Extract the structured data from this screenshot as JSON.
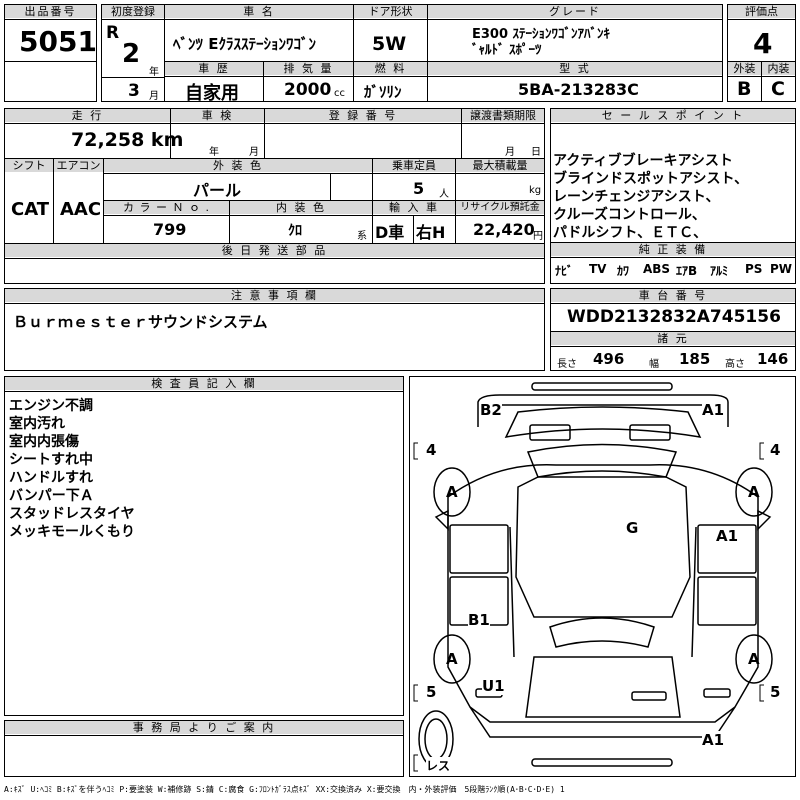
{
  "header": {
    "lot_no_label": "出品番号",
    "lot_no": "5051",
    "first_reg_label": "初度登録",
    "era": "R",
    "year": "2",
    "year_unit": "年",
    "month": "3",
    "month_unit": "月",
    "car_name_label": "車 名",
    "car_name": "ﾍﾞﾝﾂ Eｸﾗｽｽﾃｰｼｮﾝﾜｺﾞﾝ",
    "door_label": "ドア形状",
    "door": "5W",
    "grade_label": "グレード",
    "grade_line1": "E300 ｽﾃｰｼｮﾝﾜｺﾞﾝｱﾊﾞﾝｷ",
    "grade_line2": "ﾞｬﾙﾄﾞ ｽﾎﾟｰﾂ",
    "score_label": "評価点",
    "score": "4",
    "history_label": "車 歴",
    "history": "自家用",
    "displacement_label": "排 気 量",
    "displacement": "2000",
    "displacement_unit": "cc",
    "fuel_label": "燃 料",
    "fuel": "ｶﾞｿﾘﾝ",
    "model_label": "型 式",
    "model": "5BA-213283C",
    "exterior_label": "外装",
    "exterior": "B",
    "interior_label": "内装",
    "interior": "C"
  },
  "row2": {
    "mileage_label": "走 行",
    "mileage": "72,258 km",
    "inspection_label": "車 検",
    "inspection_year": "年",
    "inspection_month": "月",
    "registration_label": "登 録 番 号",
    "transfer_label": "譲渡書類期限",
    "transfer_month": "月",
    "transfer_day": "日",
    "shift_label": "シフト",
    "shift": "CAT",
    "ac_label": "エアコン",
    "ac": "AAC",
    "color_label": "外 装 色",
    "color": "パール",
    "capacity_label": "乗車定員",
    "capacity": "5",
    "capacity_unit": "人",
    "load_label": "最大積載量",
    "load_unit": "kg",
    "color_no_label": "カ ラ ー Ｎ ｏ .",
    "color_no": "799",
    "interior_color_label": "内 装 色",
    "interior_color": "ｸﾛ",
    "interior_color_unit": "系",
    "import_label": "輸 入 車",
    "import_type": "D車",
    "steering": "右H",
    "recycle_label": "リサイクル預託金",
    "recycle": "22,420",
    "recycle_unit": "円",
    "later_parts_label": "後 日 発 送 部 品"
  },
  "sales": {
    "label": "セ ー ル ス ポ イ ン ト",
    "points": [
      "アクティブブレーキアシスト",
      "ブラインドスポットアシスト、",
      "レーンチェンジアシスト、",
      "クルーズコントロール、",
      "パドルシフト、ＥＴＣ、"
    ]
  },
  "equipment": {
    "label": "純 正 装 備",
    "items": [
      "ﾅﾋﾞ",
      "TV",
      "ｶﾜ",
      "ABS",
      "ｴｱB",
      "ｱﾙﾐ",
      "PS",
      "PW"
    ]
  },
  "notes": {
    "label": "注 意 事 項 欄",
    "text": "Ｂｕｒｍｅｓｔｅｒサウンドシステム"
  },
  "chassis": {
    "label": "車 台 番 号",
    "number": "WDD2132832A745156"
  },
  "dims": {
    "label": "諸 元",
    "length_label": "長さ",
    "length": "496",
    "width_label": "幅",
    "width": "185",
    "height_label": "高さ",
    "height": "146"
  },
  "inspector": {
    "label": "検 査 員 記 入 欄",
    "lines": [
      "エンジン不調",
      "室内汚れ",
      "室内内張傷",
      "シートすれ中",
      "ハンドルすれ",
      "バンパー下Ａ",
      "スタッドレスタイヤ",
      "メッキモールくもり"
    ]
  },
  "office": {
    "label": "事 務 局 よ り ご 案 内"
  },
  "diagram": {
    "marks": [
      "B2",
      "A1",
      "G",
      "A1",
      "B1",
      "U1",
      "A1"
    ],
    "tires": [
      "A",
      "A",
      "A",
      "A"
    ],
    "tread_labels": [
      "4",
      "4",
      "5",
      "5"
    ],
    "spare": "レス"
  },
  "footer": {
    "legend": "A:ｷｽﾞ U:ﾍｺﾐ B:ｷｽﾞを伴うﾍｺﾐ P:要塗装 W:補修跡 S:錆 C:腐食 G:ﾌﾛﾝﾄｶﾞﾗｽ点ｷｽﾞ XX:交換済み X:要交換　内・外装評価　5段階ﾗﾝｸ順(A･B･C･D･E) 1"
  }
}
